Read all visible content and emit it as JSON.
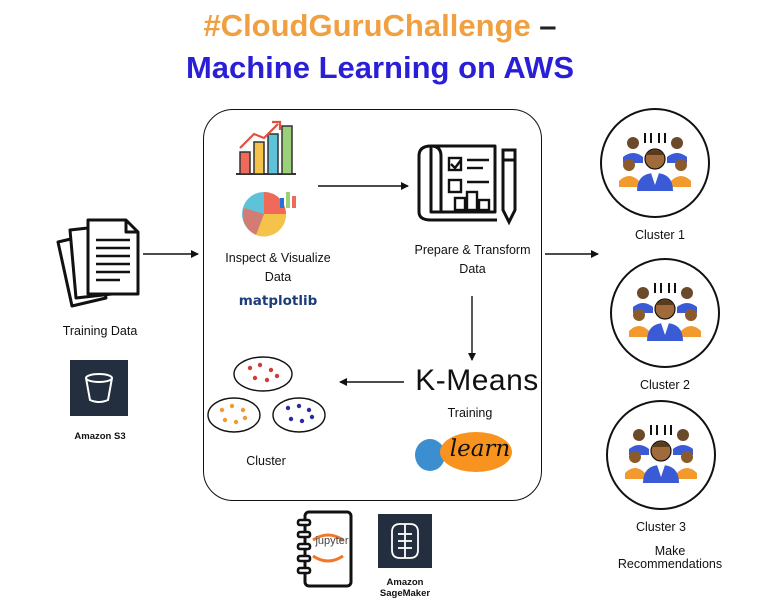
{
  "title": {
    "line1": "#CloudGuruChallenge",
    "dash": " –",
    "line2": "Machine Learning on AWS"
  },
  "training_data": {
    "label": "Training Data",
    "service": "Amazon S3",
    "icon": "documents-icon"
  },
  "inspect": {
    "line1": "Inspect & Visualize",
    "line2": "Data",
    "logo": "matplotlib"
  },
  "prepare": {
    "line1": "Prepare & Transform",
    "line2": "Data"
  },
  "kmeans": {
    "title": "K-Means",
    "label": "Training",
    "logo_small": "scikit",
    "logo_big": "learn"
  },
  "cluster_step": {
    "label": "Cluster"
  },
  "clusters": [
    {
      "label": "Cluster 1"
    },
    {
      "label": "Cluster 2"
    },
    {
      "label": "Cluster 3"
    }
  ],
  "recommend": {
    "line1": "Make",
    "line2": "Recommendations"
  },
  "tools": {
    "jupyter": "jupyter",
    "sagemaker_line1": "Amazon",
    "sagemaker_line2": "SageMaker"
  },
  "colors": {
    "title_orange": "#f0a040",
    "title_blue": "#2a1fd6",
    "aws_dark": "#232f3e"
  }
}
